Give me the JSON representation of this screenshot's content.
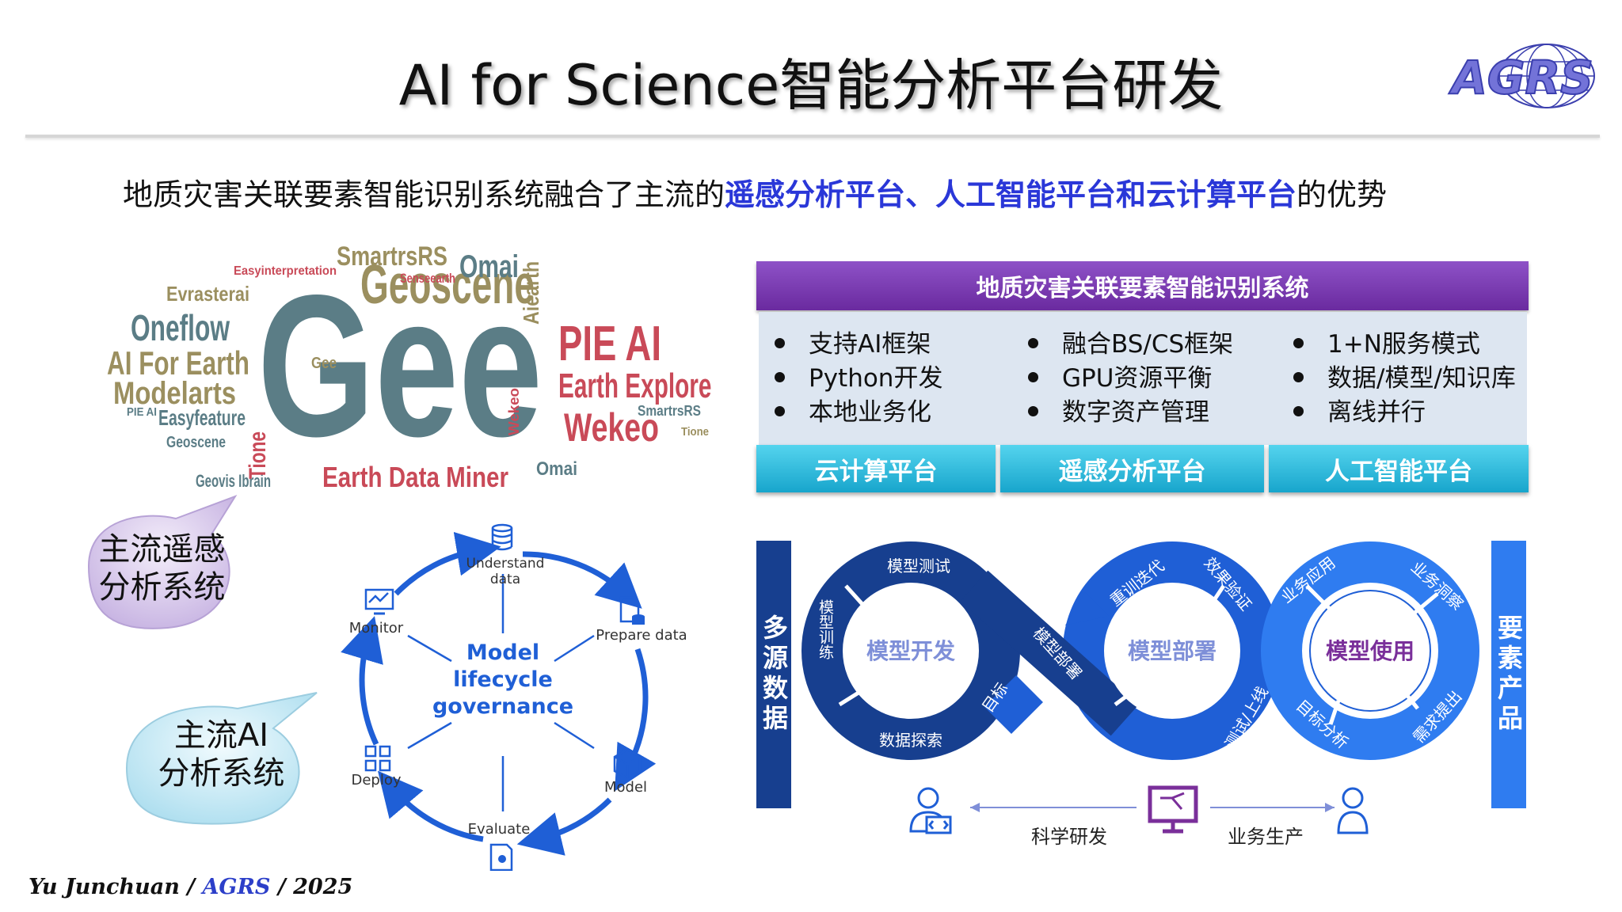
{
  "title": "AI for Science智能分析平台研发",
  "logo": {
    "text": "AGRS"
  },
  "subtitle": {
    "before": "地质灾害关联要素智能识别系统融合了主流的",
    "highlight": "遥感分析平台、人工智能平台和云计算平台",
    "after": "的优势"
  },
  "wordcloud": {
    "words": [
      {
        "text": "Gee",
        "color": "#5b7d86"
      },
      {
        "text": "Geoscene",
        "color": "#9b8f5f"
      },
      {
        "text": "PIE AI",
        "color": "#c94a58"
      },
      {
        "text": "Earth Explorer",
        "color": "#c94a58"
      },
      {
        "text": "Wekeo",
        "color": "#c94a58"
      },
      {
        "text": "Oneflow",
        "color": "#5b7d86"
      },
      {
        "text": "AI For Earth",
        "color": "#9b8f5f"
      },
      {
        "text": "Modelarts",
        "color": "#9b8f5f"
      },
      {
        "text": "SmartrsRS",
        "color": "#9b8f5f"
      },
      {
        "text": "Omai",
        "color": "#5b7d86"
      },
      {
        "text": "Easyfeature",
        "color": "#5b7d86"
      },
      {
        "text": "Evrasterai",
        "color": "#9b8f5f"
      },
      {
        "text": "Earth Data Miner",
        "color": "#c94a58"
      },
      {
        "text": "Geovis Ibrain",
        "color": "#5b7d86"
      },
      {
        "text": "Tione",
        "color": "#c94a58"
      },
      {
        "text": "Aiearth",
        "color": "#9b8f5f"
      },
      {
        "text": "Geoscene",
        "color": "#5b7d86"
      },
      {
        "text": "Easyinterpretation",
        "color": "#c94a58"
      },
      {
        "text": "Senseearth",
        "color": "#c94a58"
      },
      {
        "text": "Omai",
        "color": "#5b7d86"
      },
      {
        "text": "Wekeo",
        "color": "#c94a58"
      },
      {
        "text": "SmartrsRS",
        "color": "#5b7d86"
      },
      {
        "text": "Tione",
        "color": "#9b8f5f"
      },
      {
        "text": "Gee",
        "color": "#9b8f5f"
      },
      {
        "text": "PIE AI",
        "color": "#5b7d86"
      }
    ]
  },
  "bubbles": {
    "rs": {
      "line1": "主流遥感",
      "line2": "分析系统",
      "color": "#cbbbe2"
    },
    "ai": {
      "line1": "主流AI",
      "line2": "分析系统",
      "color": "#bfe6f2"
    }
  },
  "lifecycle": {
    "center": [
      "Model",
      "lifecycle",
      "governance"
    ],
    "nodes": [
      {
        "label": "Understand\ndata",
        "icon": "database-icon"
      },
      {
        "label": "Prepare data",
        "icon": "file-db-icon"
      },
      {
        "label": "Model",
        "icon": "cube-icon"
      },
      {
        "label": "Evaluate",
        "icon": "report-icon"
      },
      {
        "label": "Deploy",
        "icon": "network-icon"
      },
      {
        "label": "Monitor",
        "icon": "monitor-icon"
      }
    ],
    "color": "#1f5fd6"
  },
  "system": {
    "header": "地质灾害关联要素智能识别系统",
    "columns": [
      [
        "支持AI框架",
        "Python开发",
        "本地业务化"
      ],
      [
        "融合BS/CS框架",
        "GPU资源平衡",
        "数字资产管理"
      ],
      [
        "1+N服务模式",
        "数据/模型/知识库",
        "离线并行"
      ]
    ],
    "platforms": [
      "云计算平台",
      "遥感分析平台",
      "人工智能平台"
    ]
  },
  "pipeline": {
    "left_bar": "多源数据",
    "right_bar": "要素产品",
    "loops": [
      {
        "title": "模型开发",
        "color": "#7e8fd8"
      },
      {
        "title": "模型部署",
        "color": "#7e8fd8"
      },
      {
        "title": "模型使用",
        "color": "#7a2f9a"
      }
    ],
    "segments": [
      "模型测试",
      "模型训练",
      "数据探索",
      "目标",
      "模型部署",
      "重训迭代",
      "效果验证",
      "测试/上线",
      "业务应用",
      "业务洞察",
      "需求提出",
      "目标分析"
    ],
    "bottom": {
      "left": "科学研发",
      "right": "业务生产"
    },
    "colors": {
      "dark": "#173f8f",
      "mid": "#1f5fd6",
      "light": "#2f7cf0"
    }
  },
  "footer": {
    "author": "Yu Junchuan / ",
    "org": "AGRS",
    "year": " / 2025"
  }
}
